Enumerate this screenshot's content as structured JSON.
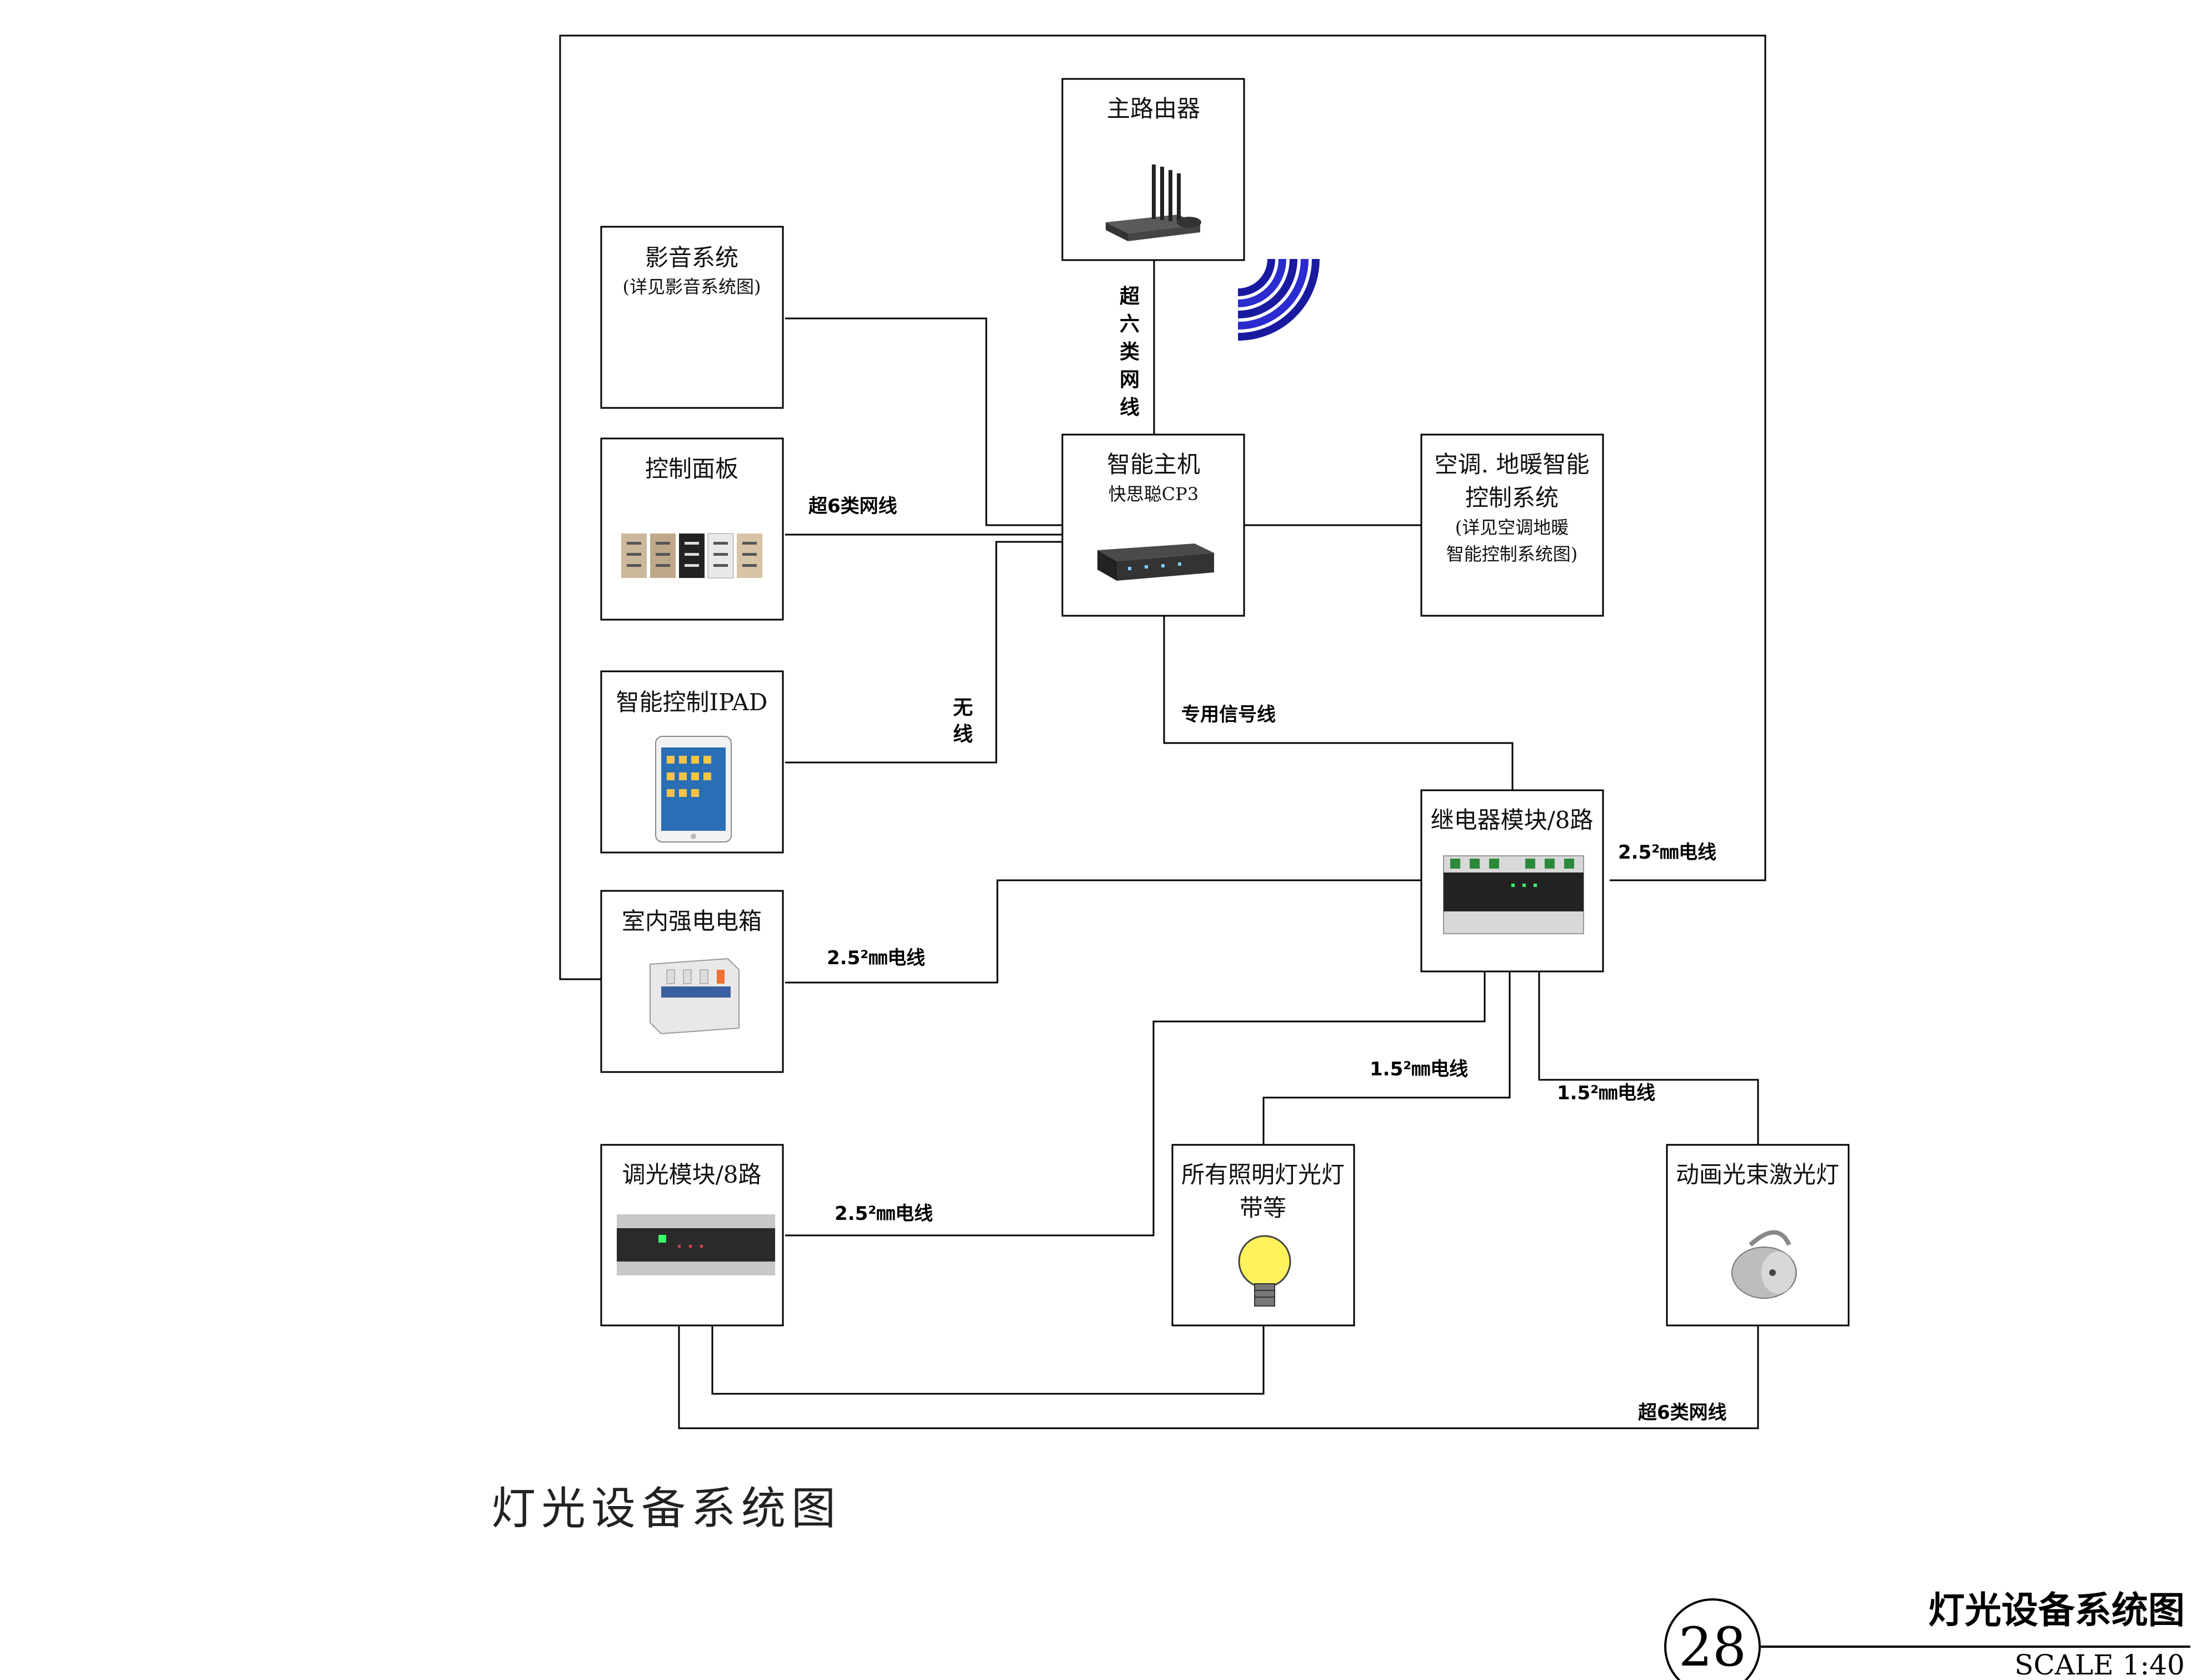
{
  "boxes": {
    "router": {
      "title": "主路由器"
    },
    "av_system": {
      "title": "影音系统",
      "subtitle": "(详见影音系统图)"
    },
    "control_panel": {
      "title": "控制面板"
    },
    "ipad": {
      "title": "智能控制IPAD"
    },
    "distribution_box": {
      "title": "室内强电电箱"
    },
    "host": {
      "title": "智能主机",
      "subtitle": "快思聪CP3"
    },
    "hvac": {
      "title_line1": "空调. 地暖智能",
      "title_line2": "控制系统",
      "subtitle_line1": "(详见空调地暖",
      "subtitle_line2": "智能控制系统图)"
    },
    "relay": {
      "title": "继电器模块/8路"
    },
    "dimmer": {
      "title": "调光模块/8路"
    },
    "lighting": {
      "title_line1": "所有照明灯光灯",
      "title_line2": "带等"
    },
    "laser": {
      "title": "动画光束激光灯"
    }
  },
  "wire_labels": {
    "router_host": [
      "超",
      "六",
      "类",
      "网",
      "线"
    ],
    "panel_host": "超6类网线",
    "ipad_host": [
      "无",
      "线"
    ],
    "host_relay": "专用信号线",
    "relay_outer": "2.5²㎜电线",
    "box_relay": "2.5²㎜电线",
    "relay_lighting": "1.5²㎜电线",
    "relay_laser": "1.5²㎜电线",
    "dimmer_relay": "2.5²㎜电线",
    "dimmer_laser": "超6类网线"
  },
  "drawing_title": "灯光设备系统图",
  "title_block": {
    "number": "28",
    "title": "灯光设备系统图",
    "scale": "SCALE 1:40"
  },
  "icons": [
    "router-icon",
    "wifi-signal-icon",
    "wall-panel-icon",
    "ipad-icon",
    "breaker-icon",
    "control-host-icon",
    "relay-module-icon",
    "dimmer-module-icon",
    "light-bulb-icon",
    "laser-light-icon"
  ]
}
